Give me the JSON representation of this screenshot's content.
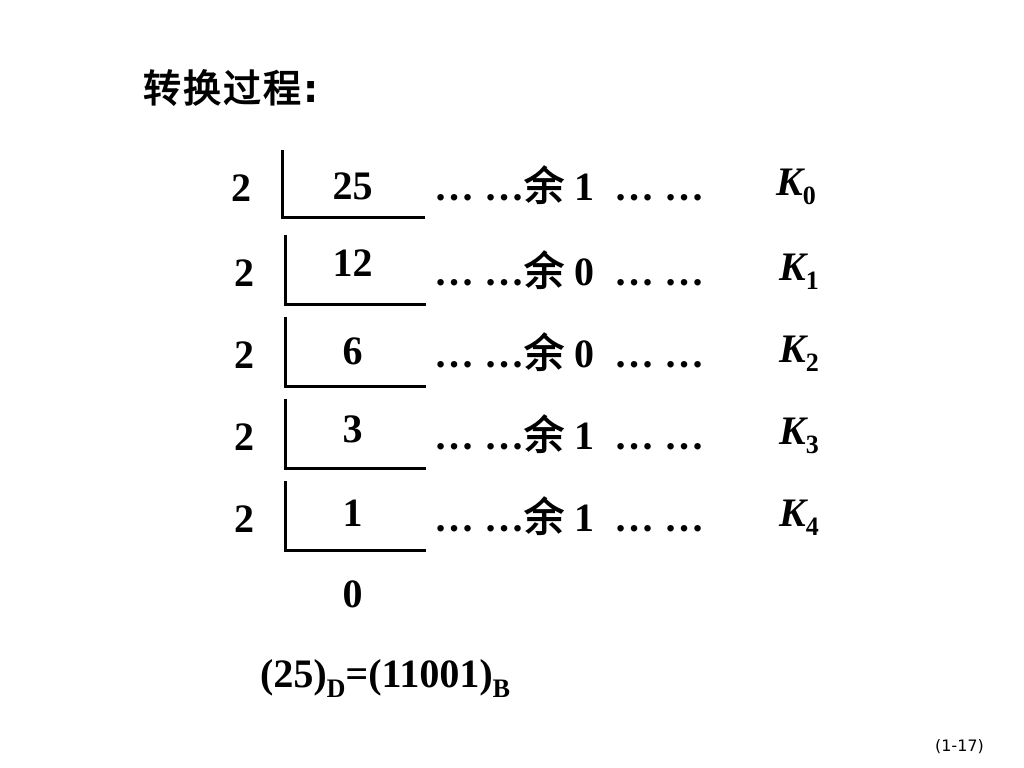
{
  "title": "转换过程:",
  "rows": [
    {
      "divisor": "2",
      "quotient": "25",
      "dots_left": "… …",
      "rem_word": "余",
      "remainder": "1",
      "dots_right": "… …",
      "k_letter": "K",
      "k_index": "0"
    },
    {
      "divisor": "2",
      "quotient": "12",
      "dots_left": "… …",
      "rem_word": "余",
      "remainder": "0",
      "dots_right": "… …",
      "k_letter": "K",
      "k_index": "1"
    },
    {
      "divisor": "2",
      "quotient": "6",
      "dots_left": "… …",
      "rem_word": "余",
      "remainder": "0",
      "dots_right": "… …",
      "k_letter": "K",
      "k_index": "2"
    },
    {
      "divisor": "2",
      "quotient": "3",
      "dots_left": "… …",
      "rem_word": "余",
      "remainder": "1",
      "dots_right": "… …",
      "k_letter": "K",
      "k_index": "3"
    },
    {
      "divisor": "2",
      "quotient": "1",
      "dots_left": "… …",
      "rem_word": "余",
      "remainder": "1",
      "dots_right": "… …",
      "k_letter": "K",
      "k_index": "4"
    }
  ],
  "final_quotient": "0",
  "result": {
    "lhs_open": "(25)",
    "lhs_sub": "D",
    "equals": "=",
    "rhs_open": "(11001)",
    "rhs_sub": "B"
  },
  "page_number": "(1-17)"
}
